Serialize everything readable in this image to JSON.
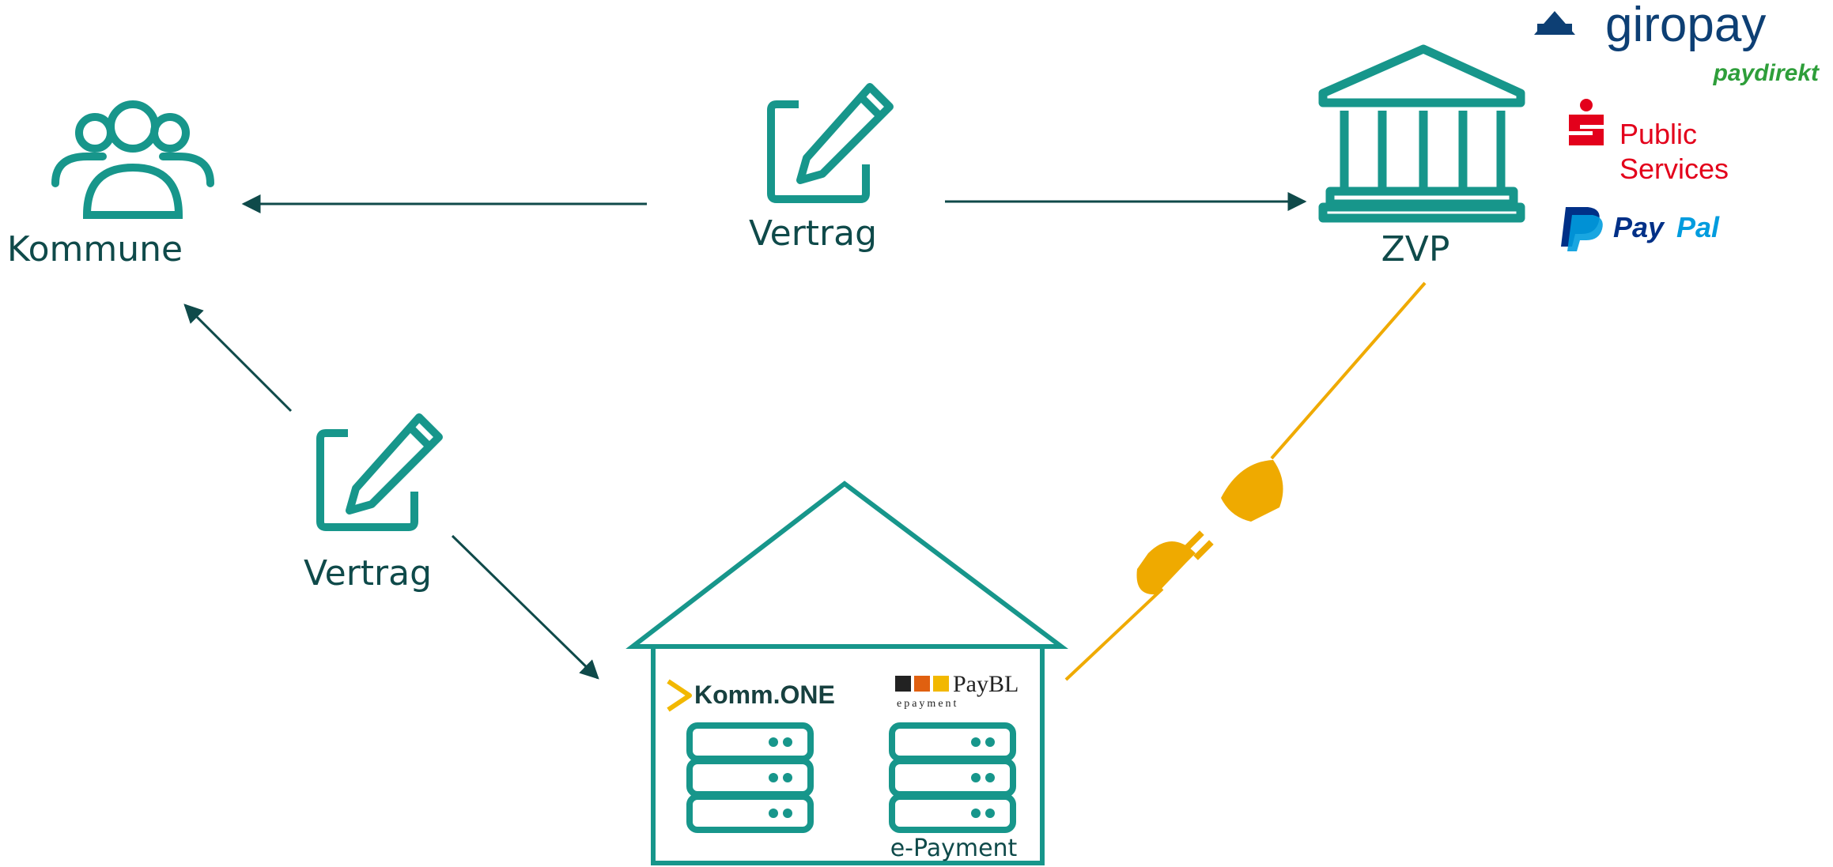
{
  "nodes": {
    "kommune": {
      "label": "Kommune"
    },
    "zvp": {
      "label": "ZVP"
    },
    "contract_top": {
      "label": "Vertrag"
    },
    "contract_left": {
      "label": "Vertrag"
    },
    "house": {
      "provider_logo": "Komm.ONE",
      "partner_logo": "PayBL",
      "partner_logo_sub": "epayment",
      "server_caption": "e-Payment"
    }
  },
  "payment_logos": [
    {
      "id": "giropay",
      "text": "giropay"
    },
    {
      "id": "paydirekt",
      "text": "paydirekt"
    },
    {
      "id": "sparkasse",
      "text_line1": "Public",
      "text_line2": "Services"
    },
    {
      "id": "paypal",
      "text_a": "Pay",
      "text_b": "Pal"
    }
  ],
  "colors": {
    "teal": "#17968b",
    "dark_arrow": "#0f4a4a",
    "plug": "#efaa00",
    "sparkasse_red": "#e3001b",
    "paydirekt_green": "#2e9e3a",
    "paypal_dark": "#003087",
    "paypal_light": "#009cde",
    "giropay_blue": "#0d3f74"
  }
}
